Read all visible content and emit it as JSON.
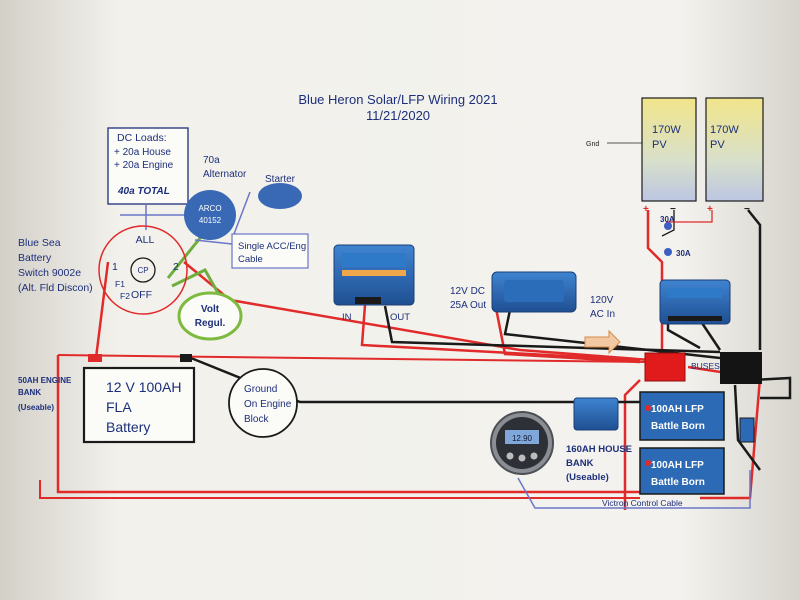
{
  "title": "Blue Heron Solar/LFP Wiring 2021",
  "date": "11/21/2020",
  "dc_loads": {
    "heading": "DC Loads:",
    "house": "+ 20a House",
    "engine": "+ 20a Engine",
    "total": "40a TOTAL"
  },
  "alternator": {
    "rating": "70a",
    "label": "Alternator",
    "model_top": "ARCO",
    "model_bottom": "40152"
  },
  "starter": {
    "label": "Starter"
  },
  "switch": {
    "name1": "Blue Sea",
    "name2": "Battery",
    "name3": "Switch 9002e",
    "name4": "(Alt. Fld Discon)",
    "pos_all": "ALL",
    "pos_1": "1",
    "pos_2": "2",
    "pos_cp": "CP",
    "pos_off": "OFF",
    "f1": "F1",
    "f2": "F2"
  },
  "cable": {
    "line1": "Single ACC/Eng",
    "line2": "Cable"
  },
  "volt_regulator": {
    "line1": "Volt",
    "line2": "Regul."
  },
  "dcdc": {
    "in_label": "IN",
    "out_label": "OUT"
  },
  "charger": {
    "line1": "12V DC",
    "line2": "25A Out",
    "ac_line1": "120V",
    "ac_line2": "AC In"
  },
  "pv": {
    "panel1_line1": "170W",
    "panel1_line2": "PV",
    "panel2_line1": "170W",
    "panel2_line2": "PV",
    "gnd": "Gnd",
    "fuse1": "30A",
    "fuse2": "30A"
  },
  "buses": {
    "label": "BUSES"
  },
  "engine_bank": {
    "line1": "50AH ENGINE",
    "line2": "BANK",
    "line3": "(Useable)",
    "battery_line1": "12 V 100AH",
    "battery_line2": "FLA",
    "battery_line3": "Battery"
  },
  "ground": {
    "line1": "Ground",
    "line2": "On Engine",
    "line3": "Block"
  },
  "lfp1": {
    "line1": "100AH LFP",
    "line2": "Battle Born"
  },
  "lfp2": {
    "line1": "100AH LFP",
    "line2": "Battle Born"
  },
  "house_bank": {
    "line1": "160AH HOUSE",
    "line2": "BANK",
    "line3": "(Useable)"
  },
  "monitor": {
    "display": "12.90"
  },
  "control_cable": {
    "label": "Victron Control Cable"
  },
  "colors": {
    "positive": "#e12a2a",
    "negative": "#1a1a1a",
    "field": "#6fae3c",
    "signal": "#6a76c8",
    "device_blue": "#2f6fb8",
    "label_blue": "#1d2f7a"
  }
}
